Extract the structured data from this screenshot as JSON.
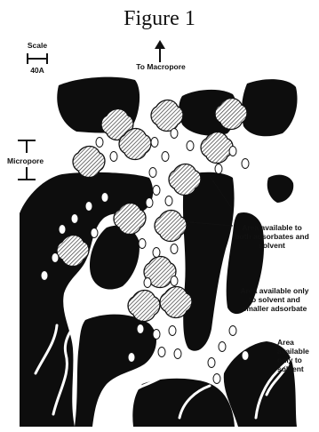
{
  "figure": {
    "title": "Figure 1",
    "scale": {
      "label": "Scale",
      "value": "40A"
    },
    "macropore_label": "To Macropore",
    "micropore_label": "Micropore",
    "annotations": {
      "both": [
        "Area available to",
        "both adsorbates and",
        "solvent"
      ],
      "solvent_smaller": [
        "Area available only",
        "to solvent and",
        "smaller adsorbate"
      ],
      "solvent_only": [
        "Area",
        "available",
        "only to",
        "solvent"
      ]
    },
    "colors": {
      "solid": "#0d0d0d",
      "paper": "#ffffff",
      "hatch": "#6e6e6e"
    }
  }
}
